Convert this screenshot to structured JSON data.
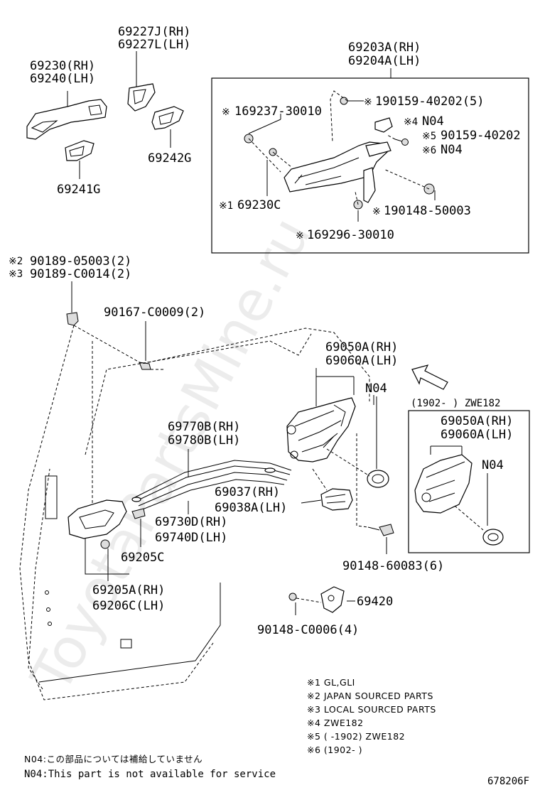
{
  "parts": {
    "p69227J": "69227J(RH)",
    "p69227L": "69227L(LH)",
    "p69230RH": "69230(RH)",
    "p69240LH": "69240(LH)",
    "p69241G": "69241G",
    "p69242G": "69242G",
    "p69203A": "69203A(RH)",
    "p69204A": "69204A(LH)",
    "p90159a": "190159-40202(5)",
    "p69237": "169237-30010",
    "pN04a": "N04",
    "p90159b": "90159-40202",
    "pN04b": "N04",
    "p69230C": "69230C",
    "p90148a": "190148-50003",
    "p69296": "169296-30010",
    "p90189a": "90189-05003(2)",
    "p90189b": "90189-C0014(2)",
    "p90167": "90167-C0009(2)",
    "p69050A": "69050A(RH)",
    "p69060A": "69060A(LH)",
    "pN04c": "N04",
    "p69770B": "69770B(RH)",
    "p69780B": "69780B(LH)",
    "p69037": "69037(RH)",
    "p69038A": "69038A(LH)",
    "p69730D": "69730D(RH)",
    "p69740D": "69740D(LH)",
    "p69205C": "69205C",
    "p90148b": "90148-60083(6)",
    "p69205A": "69205A(RH)",
    "p69206C": "69206C(LH)",
    "p69420": "69420",
    "p90148c": "90148-C0006(4)",
    "inset_head": "(1902-    ) ZWE182",
    "inset_p1": "69050A(RH)",
    "inset_p2": "69060A(LH)",
    "inset_n04": "N04"
  },
  "marks": {
    "m1": "※1",
    "m2": "※2",
    "m3": "※3",
    "m4": "※4",
    "m5": "※5",
    "m6": "※6",
    "m7": "※",
    "m8": "※",
    "m9": "※",
    "m10": "※"
  },
  "notes": [
    "※1 GL,GLI",
    "※2 JAPAN SOURCED PARTS",
    "※3 LOCAL SOURCED PARTS",
    "※4 ZWE182",
    "※5 (     -1902) ZWE182",
    "※6 (1902-     )"
  ],
  "footer": {
    "jp": "N04:この部品については補給していません",
    "en": "N04:This part is not available for service",
    "code": "678206F"
  },
  "watermark": "ToyotaPartsMine.ru"
}
